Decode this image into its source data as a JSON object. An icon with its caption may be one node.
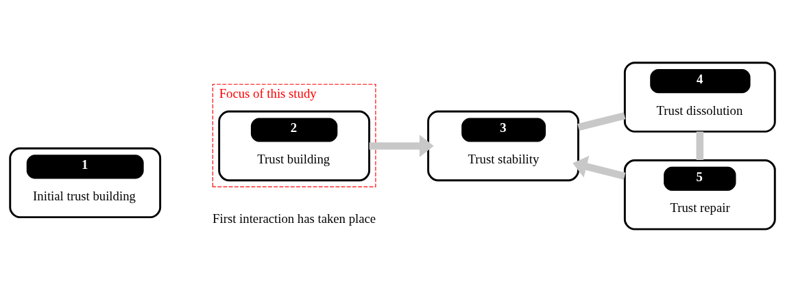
{
  "diagram": {
    "nodes": [
      {
        "text": [
          "1",
          "Initial trust building"
        ]
      },
      {
        "text": [
          "Focus of this study"
        ]
      },
      {
        "text": [
          "2",
          "Trust building"
        ],
        "in": 1
      },
      {
        "text": [
          "3",
          "Trust stability"
        ]
      },
      {
        "text": [
          "4",
          "Trust dissolution"
        ]
      },
      {
        "text": [
          "5",
          "Trust repair"
        ]
      }
    ],
    "edges": [
      {
        "from": 2,
        "to": 3,
        "arrow": "to"
      },
      {
        "from": 3,
        "to": 4,
        "arrow": "none"
      },
      {
        "from": 4,
        "to": 5,
        "arrow": "none"
      },
      {
        "from": 5,
        "to": 3,
        "arrow": "to"
      }
    ],
    "labels": [
      "First interaction has taken place"
    ]
  }
}
